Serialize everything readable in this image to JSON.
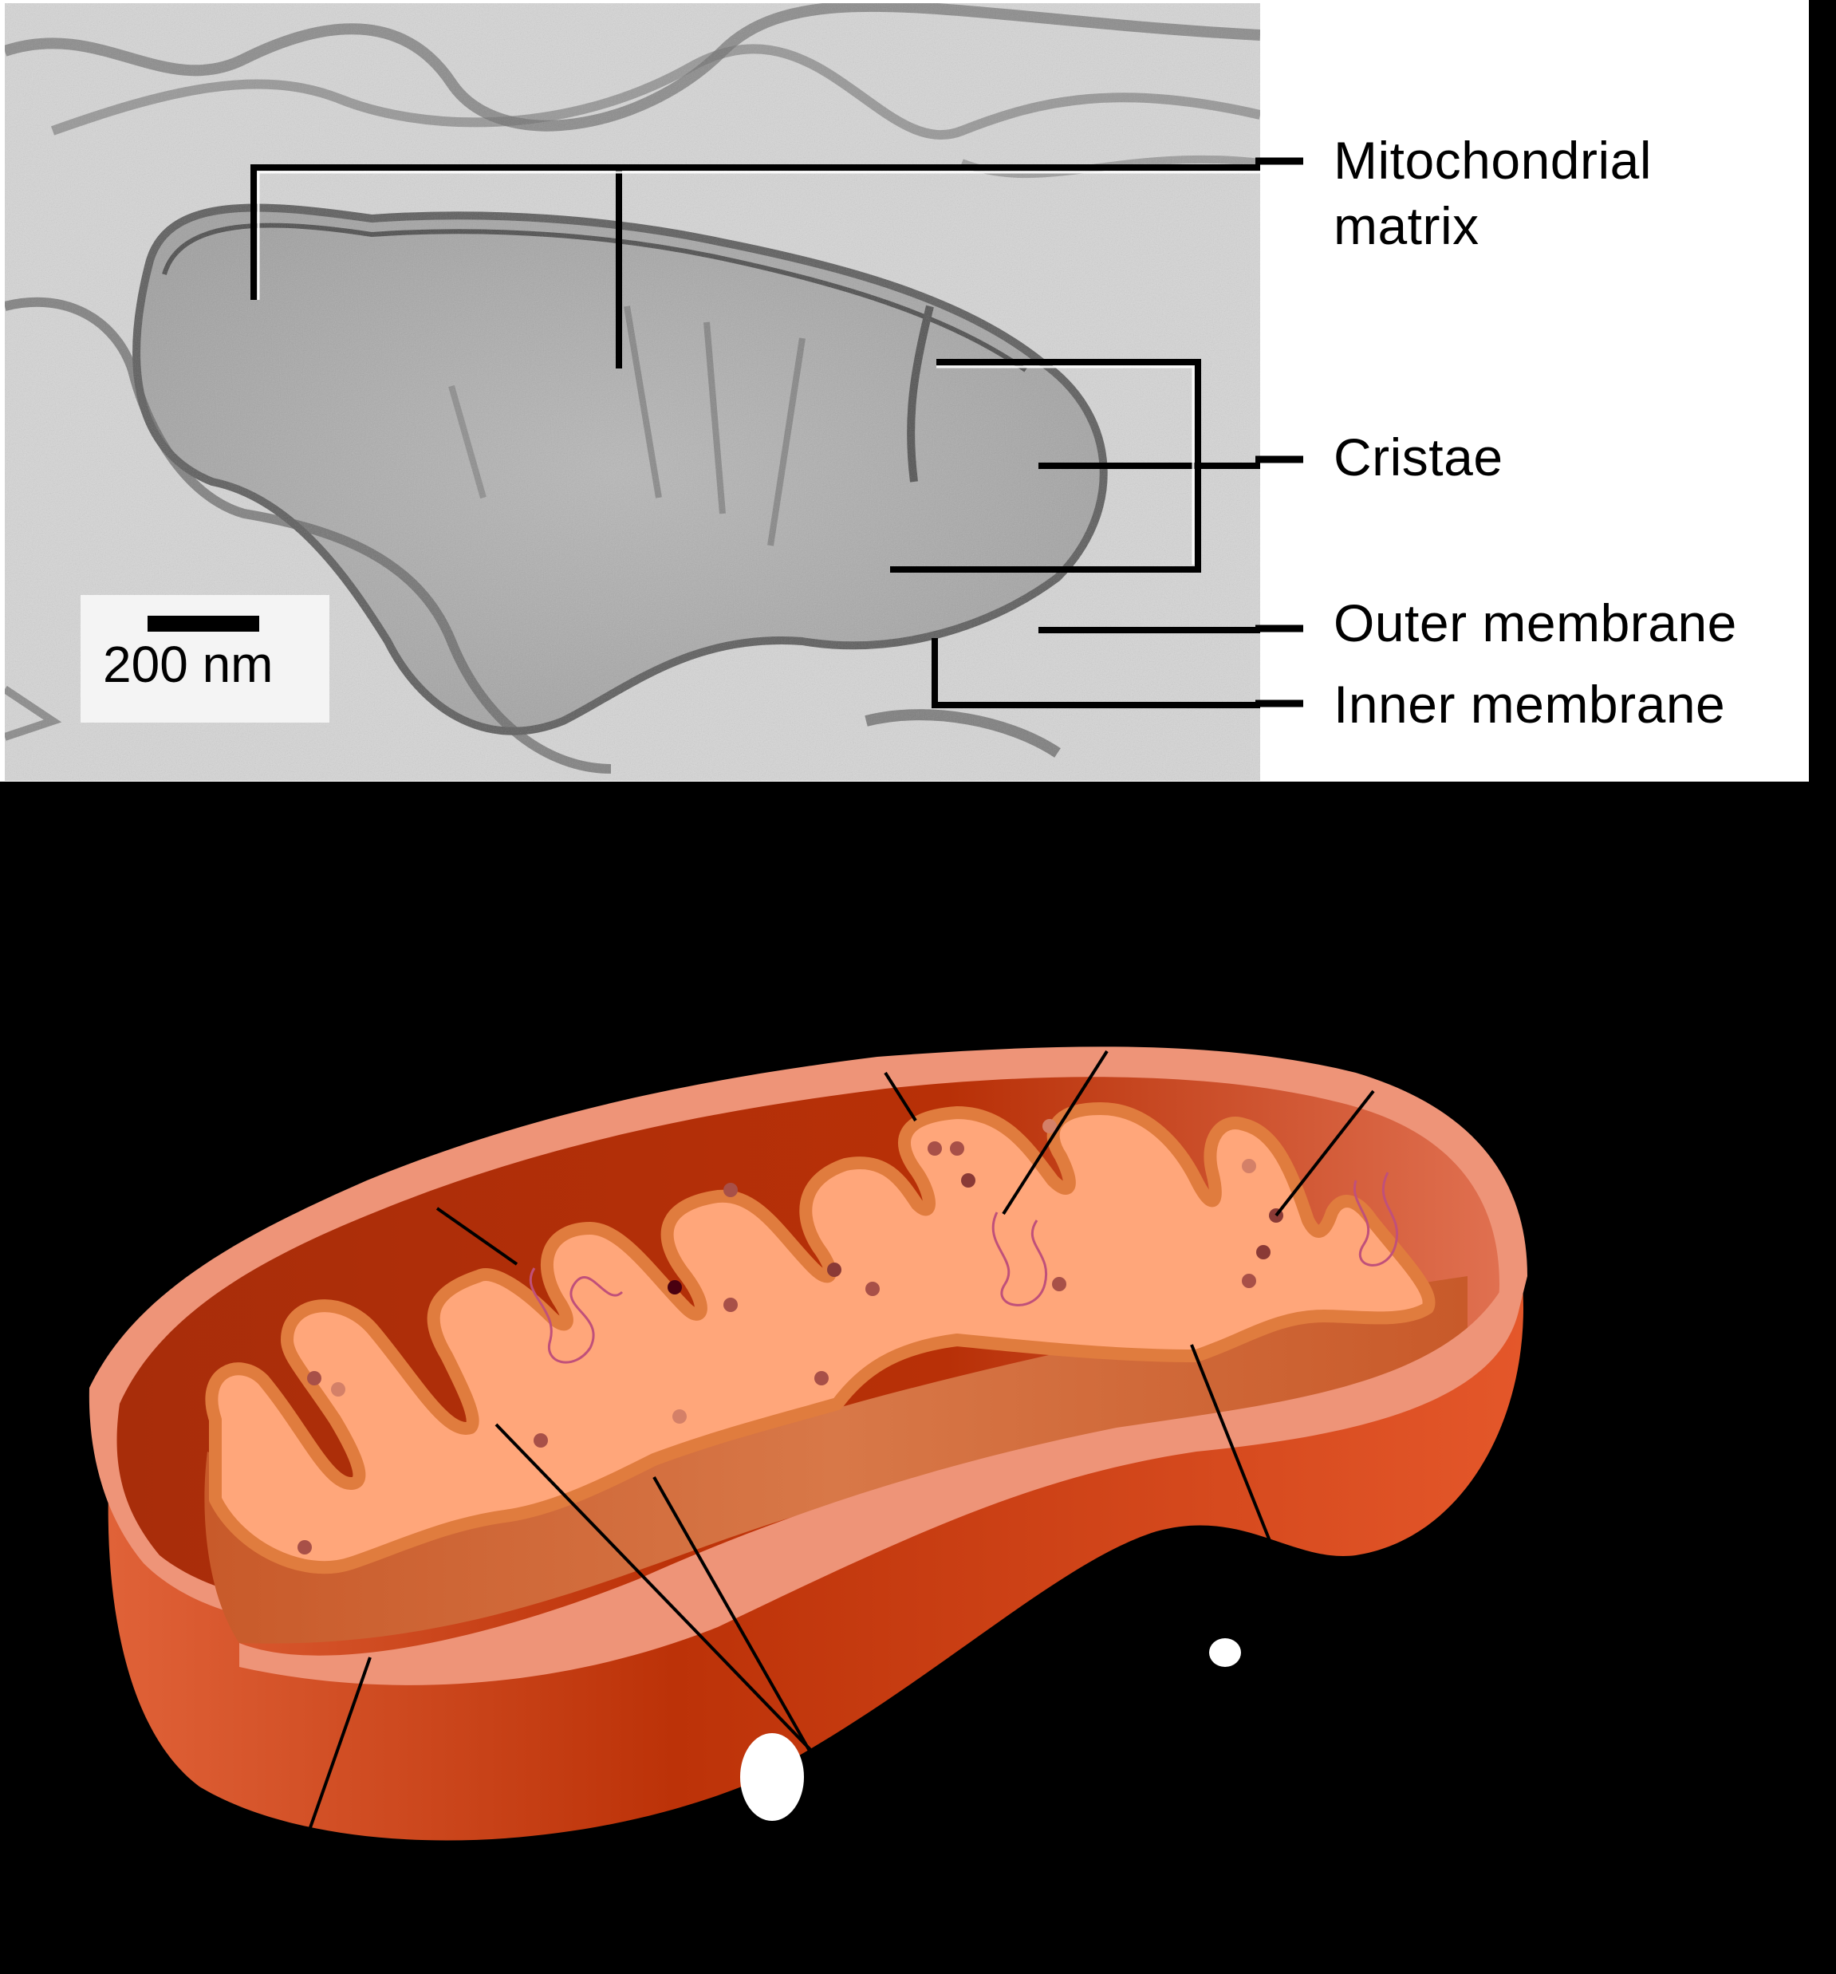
{
  "micrograph": {
    "scale_bar": "200 nm",
    "labels": {
      "matrix_line1": "Mitochondrial",
      "matrix_line2": "matrix",
      "cristae": "Cristae",
      "outer_membrane": "Outer membrane",
      "inner_membrane": "Inner membrane"
    }
  },
  "illustration": {
    "colors": {
      "outer_membrane": "#ee9478",
      "intermembrane_space": "#b83007",
      "outer_body": "#d94a1c",
      "inner_membrane_edge": "#e07c3e",
      "matrix": "#ffa67a",
      "cristae_wall": "#d06838",
      "ribosome_dark": "#8a3a36",
      "ribosome_light": "#d48068",
      "dna": "#c0507a"
    },
    "labels": []
  }
}
